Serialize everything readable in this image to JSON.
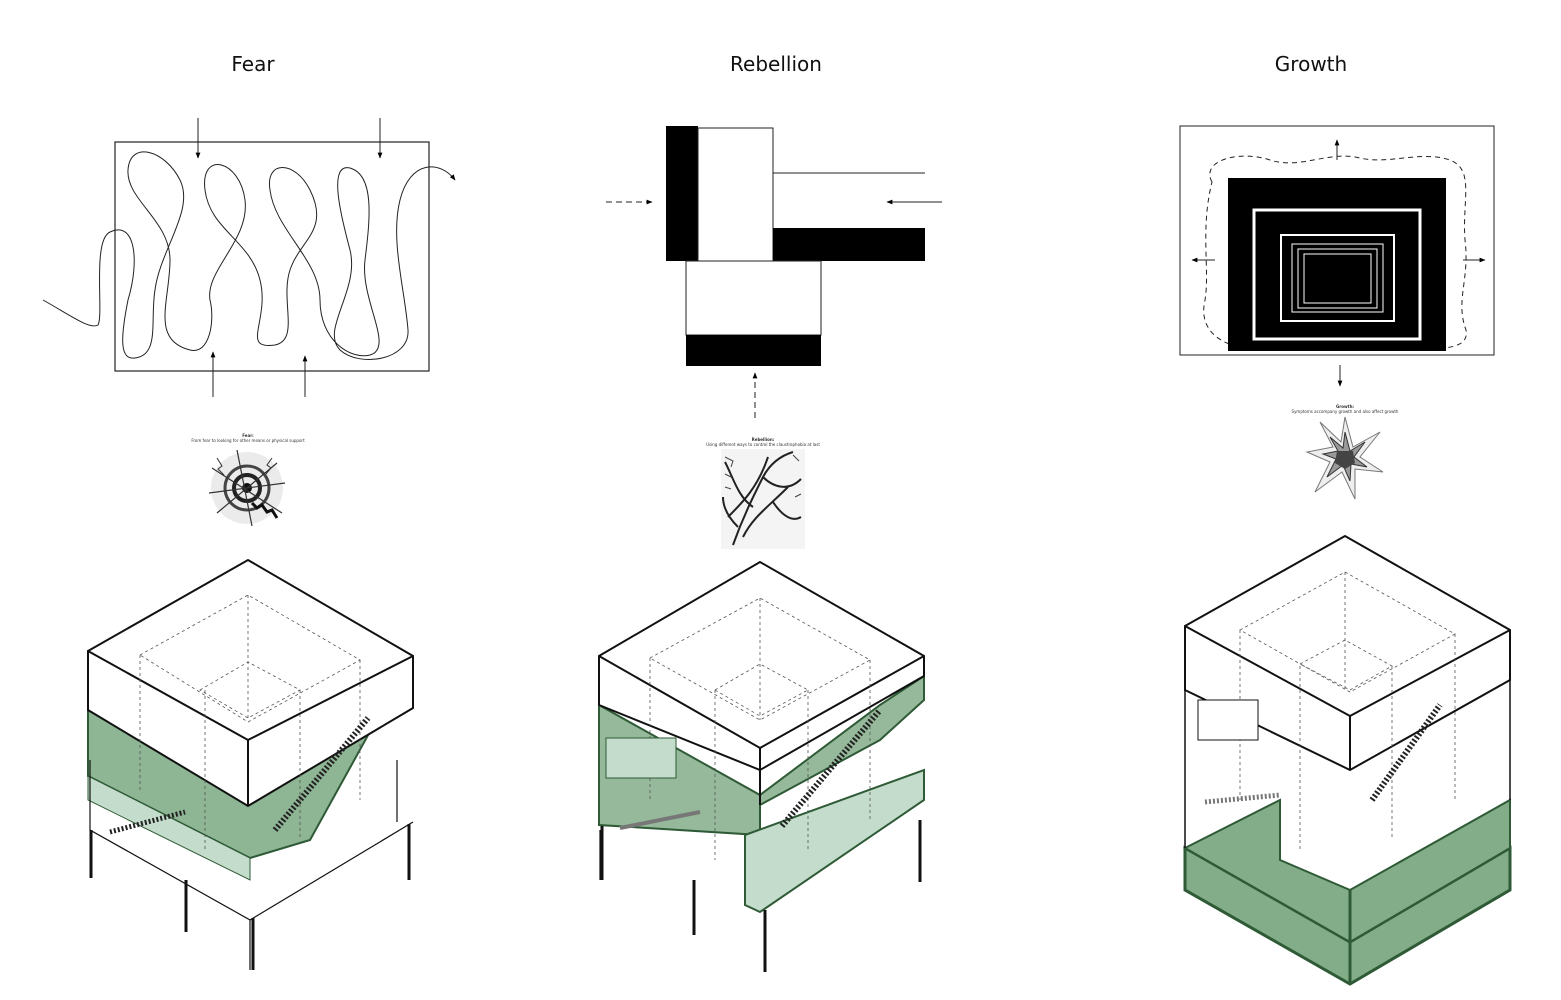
{
  "columns": [
    {
      "title": "Fear",
      "caption_heading": "Fear:",
      "caption_text": "From fear to looking for other means or physical support"
    },
    {
      "title": "Rebellion",
      "caption_heading": "Rebellion:",
      "caption_text": "Using different ways to control the claustrophobia at last"
    },
    {
      "title": "Growth",
      "caption_heading": "Growth:",
      "caption_text": "Symptoms accompany growth and also affect growth"
    }
  ],
  "colors": {
    "accent_green": "#82ad88",
    "accent_green_light": "#c4dccb",
    "outline_green": "#2e5a36",
    "ink": "#000000"
  }
}
